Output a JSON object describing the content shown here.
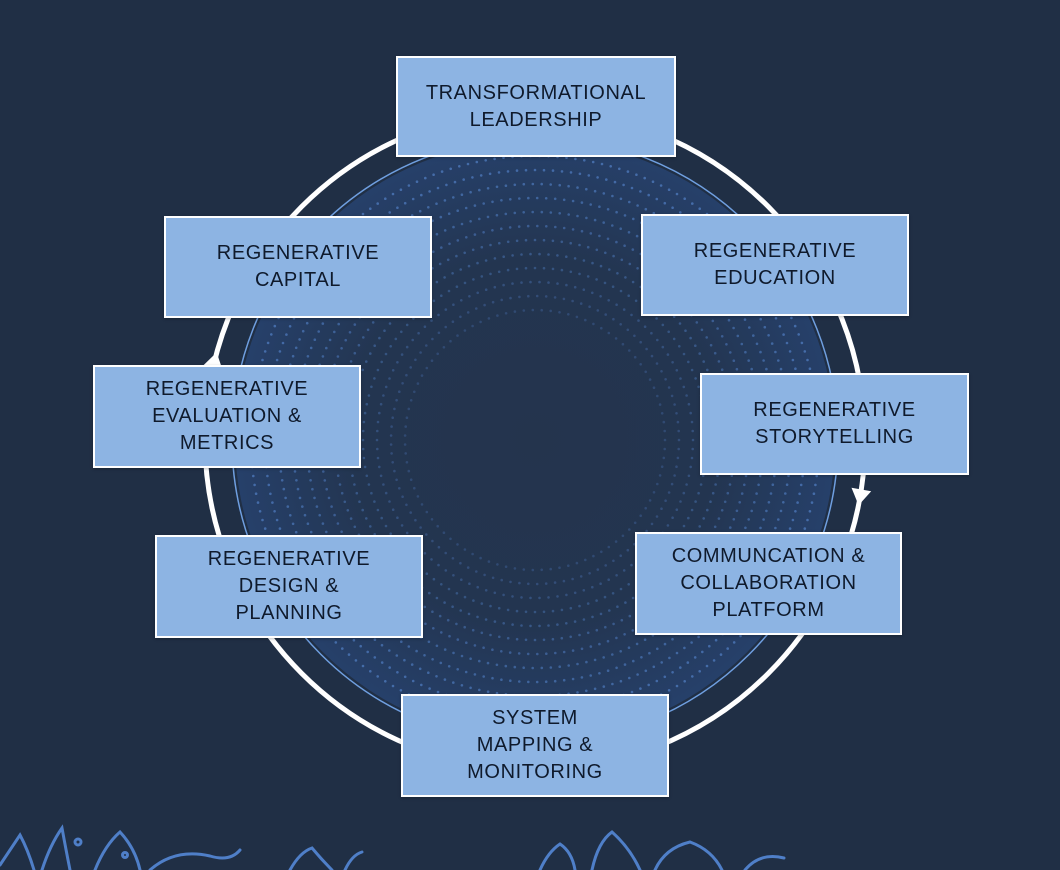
{
  "diagram": {
    "type": "cycle",
    "colors": {
      "background": "#202f45",
      "box_fill": "#8db4e3",
      "box_border": "#ffffff",
      "box_text": "#0f1a2c",
      "ring": "#ffffff",
      "inner_ring": "#6f9fe0",
      "dots": "#4a74b4",
      "scribble": "#4f7fc8"
    },
    "nodes": [
      {
        "id": "transformational-leadership",
        "label": "TRANSFORMATIONAL\nLEADERSHIP"
      },
      {
        "id": "regenerative-education",
        "label": "REGENERATIVE\nEDUCATION"
      },
      {
        "id": "regenerative-storytelling",
        "label": "REGENERATIVE\nSTORYTELLING"
      },
      {
        "id": "communcation-collaboration-platform",
        "label": "COMMUNCATION &\nCOLLABORATION\nPLATFORM"
      },
      {
        "id": "system-mapping-monitoring",
        "label": "SYSTEM\nMAPPING &\nMONITORING"
      },
      {
        "id": "regenerative-design-planning",
        "label": "REGENERATIVE\nDESIGN &\nPLANNING"
      },
      {
        "id": "regenerative-evaluation-metrics",
        "label": "REGENERATIVE\nEVALUATION &\nMETRICS"
      },
      {
        "id": "regenerative-capital",
        "label": "REGENERATIVE\nCAPITAL"
      }
    ],
    "direction": "clockwise"
  }
}
